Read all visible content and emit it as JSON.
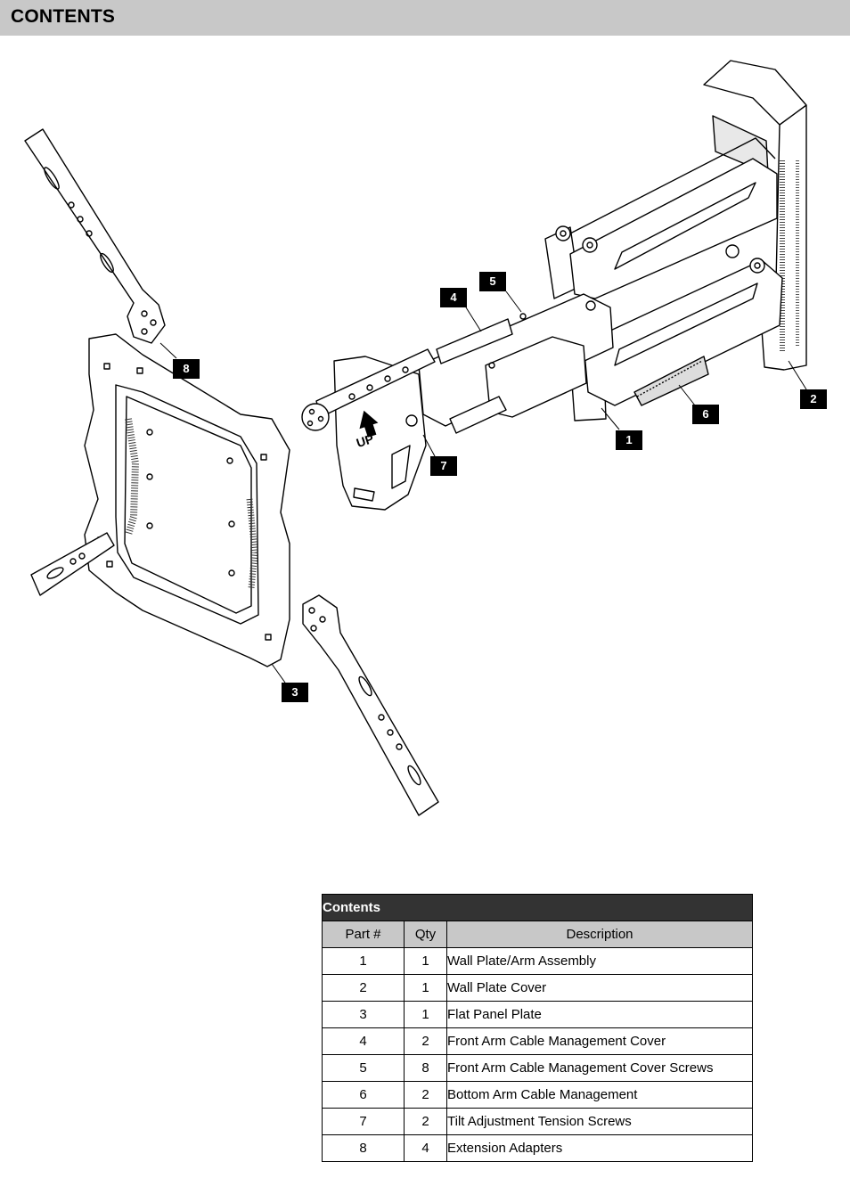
{
  "header": {
    "title": "CONTENTS"
  },
  "callouts": [
    "1",
    "2",
    "3",
    "4",
    "5",
    "6",
    "7",
    "8"
  ],
  "diagram": {
    "up_label": "UP"
  },
  "table": {
    "caption": "Contents",
    "columns": [
      "Part #",
      "Qty",
      "Description"
    ],
    "rows": [
      {
        "part": "1",
        "qty": "1",
        "description": "Wall Plate/Arm Assembly"
      },
      {
        "part": "2",
        "qty": "1",
        "description": "Wall Plate Cover"
      },
      {
        "part": "3",
        "qty": "1",
        "description": "Flat Panel Plate"
      },
      {
        "part": "4",
        "qty": "2",
        "description": "Front Arm Cable Management Cover"
      },
      {
        "part": "5",
        "qty": "8",
        "description": "Front Arm Cable Management Cover Screws"
      },
      {
        "part": "6",
        "qty": "2",
        "description": "Bottom Arm Cable Management"
      },
      {
        "part": "7",
        "qty": "2",
        "description": "Tilt Adjustment Tension Screws"
      },
      {
        "part": "8",
        "qty": "4",
        "description": "Extension Adapters"
      }
    ]
  }
}
